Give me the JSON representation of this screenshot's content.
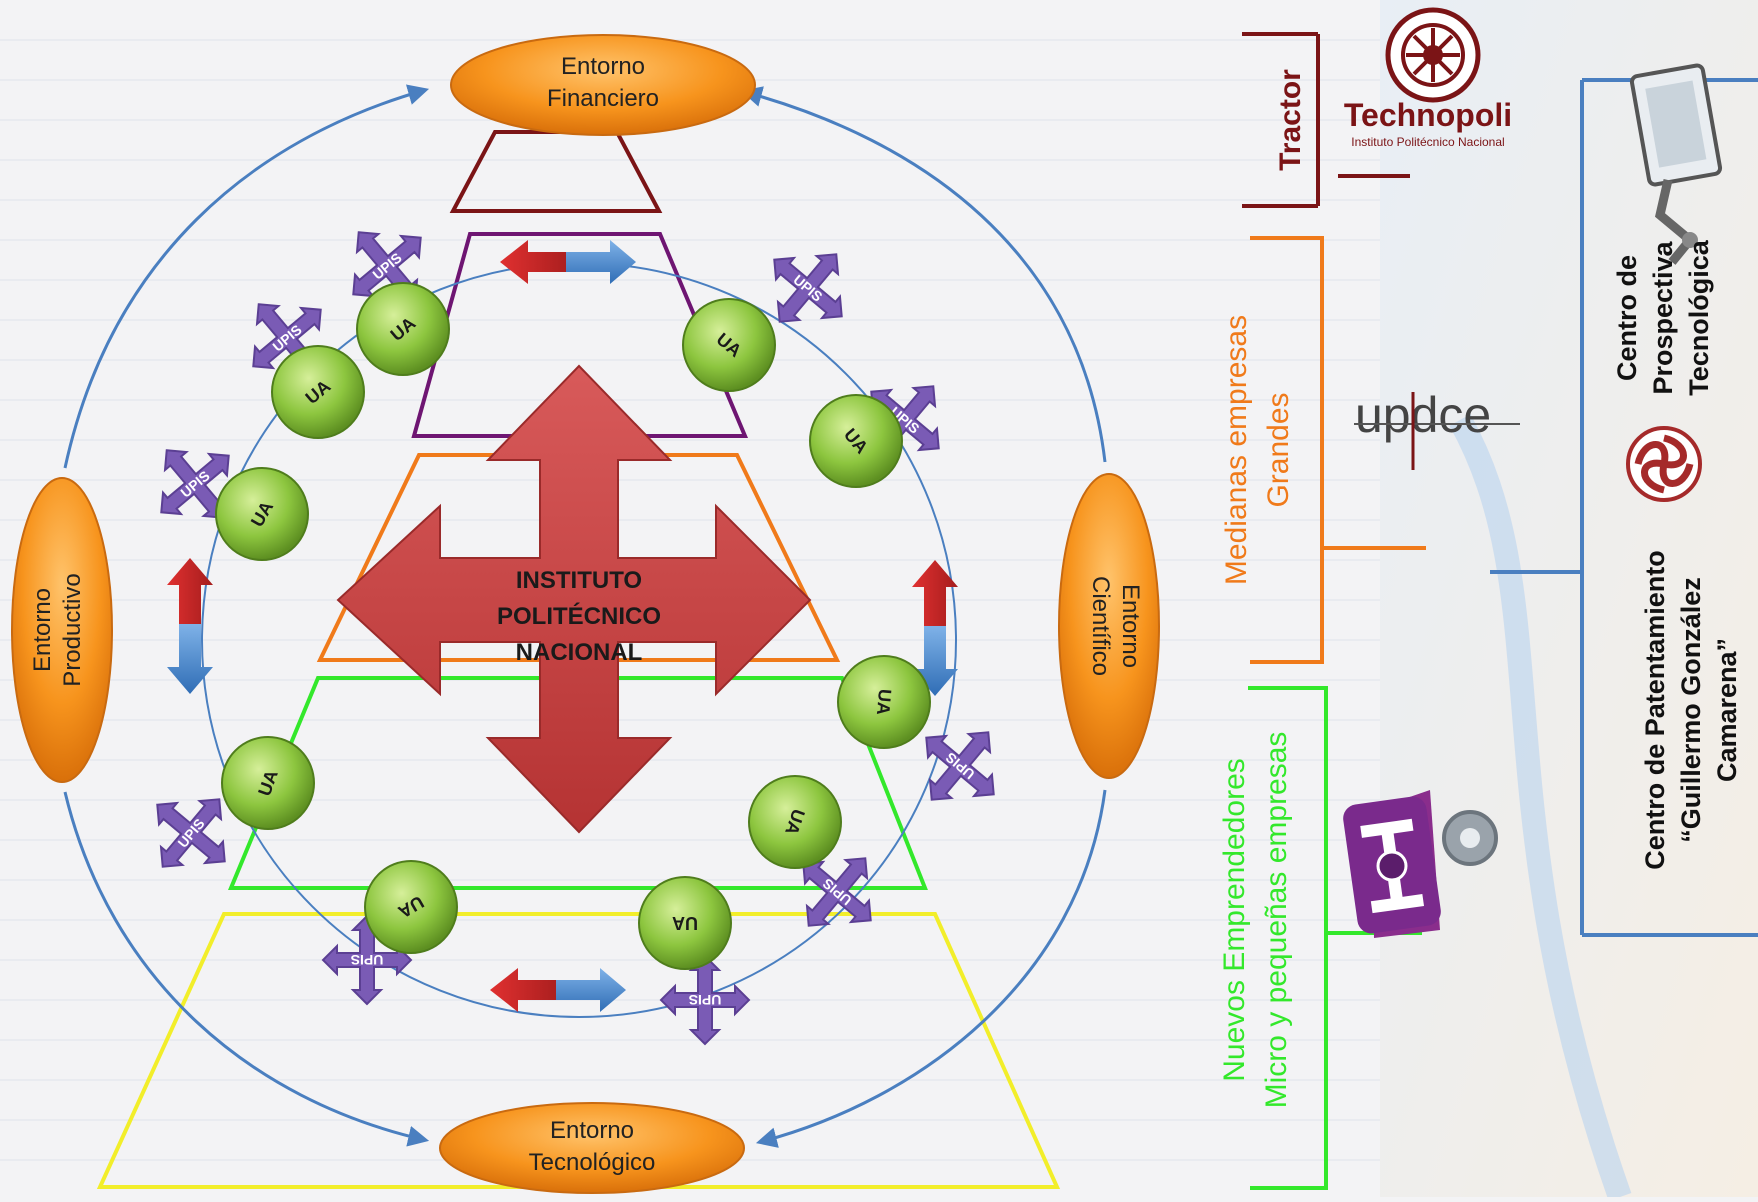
{
  "center": {
    "line1": "INSTITUTO",
    "line2": "POLITÉCNICO",
    "line3": "NACIONAL"
  },
  "entornos": {
    "financiero": {
      "line1": "Entorno",
      "line2": "Financiero"
    },
    "tecnologico": {
      "line1": "Entorno",
      "line2": "Tecnológico"
    },
    "productivo": {
      "line1": "Entorno",
      "line2": "Productivo"
    },
    "cientifico": {
      "line1": "Entorno",
      "line2": "Científico"
    }
  },
  "node_labels": {
    "ua": "UA",
    "upis": "UPIS"
  },
  "segments": {
    "tractor": "Tractor",
    "grandes_line1": "Medianas empresas",
    "grandes_line2": "Grandes",
    "micro_line1": "Nuevos Emprendedores",
    "micro_line2": "Micro y pequeñas empresas"
  },
  "logos": {
    "technopoli": "Technopoli",
    "technopoli_sub": "Instituto Politécnico Nacional",
    "updce": "updce"
  },
  "centros": {
    "prospectiva_line1": "Centro de",
    "prospectiva_line2": "Prospectiva",
    "prospectiva_line3": "Tecnológica",
    "patentamiento_line1": "Centro de Patentamiento",
    "patentamiento_line2": "“Guillermo González",
    "patentamiento_line3": "Camarena”"
  },
  "colors": {
    "maroon": "#7b1416",
    "purple": "#6e1572",
    "orange": "#f07a1a",
    "green": "#33e82b",
    "yellow": "#f2ee2a",
    "blue_line": "#4a7fc0",
    "cross_red": "#c94040",
    "ua_green": "#8dc63f",
    "upis_purple": "#7a5bb5",
    "entorno_orange": "#f7941d"
  }
}
